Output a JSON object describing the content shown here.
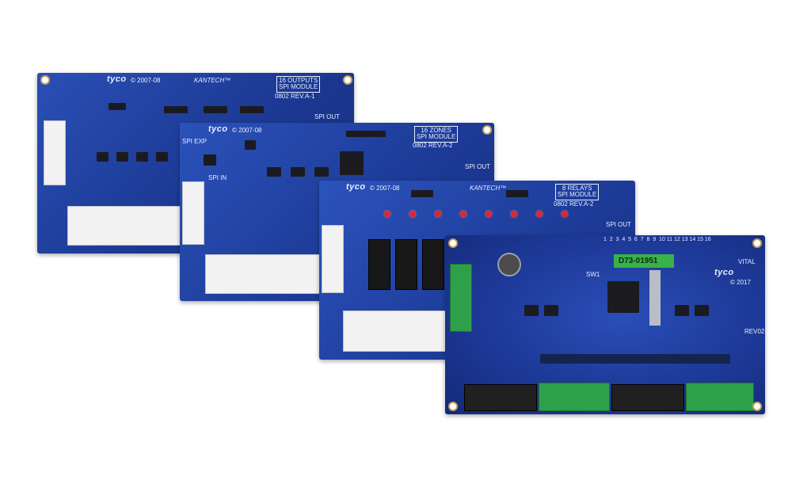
{
  "colors": {
    "pcb_blue": "#1f3e9e",
    "pcb_dark": "#16307f",
    "terminal_green": "#2fa04a"
  },
  "boards": [
    {
      "id": "outputs",
      "brand": "tyco",
      "copyright": "© 2007-08",
      "maker": "KANTECH™",
      "module": "16 OUTPUTS\nSPI MODULE",
      "rev": "0802 REV.A-1",
      "spi_out": "SPI OUT"
    },
    {
      "id": "zones",
      "brand": "tyco",
      "copyright": "© 2007-08",
      "maker": "",
      "module": "16 ZONES\nSPI MODULE",
      "rev": "0802 REV.A-2",
      "spi_exp": "SPI EXP",
      "spi_in": "SPI IN",
      "spi_out": "SPI OUT"
    },
    {
      "id": "relays",
      "brand": "tyco",
      "copyright": "© 2007-08",
      "maker": "KANTECH™",
      "module": "8 RELAYS\nSPI MODULE",
      "rev": "0802 REV.A-2",
      "spi_out": "SPI OUT"
    },
    {
      "id": "main",
      "brand": "tyco",
      "copyright": "© 2017",
      "sticker": "D73-01951",
      "vital": "VITAL",
      "sw1": "SW1",
      "rev": "REV02",
      "numbers": "1  2  3  4  5  6  7  8  9  10 11 12 13 14 15 16"
    }
  ]
}
